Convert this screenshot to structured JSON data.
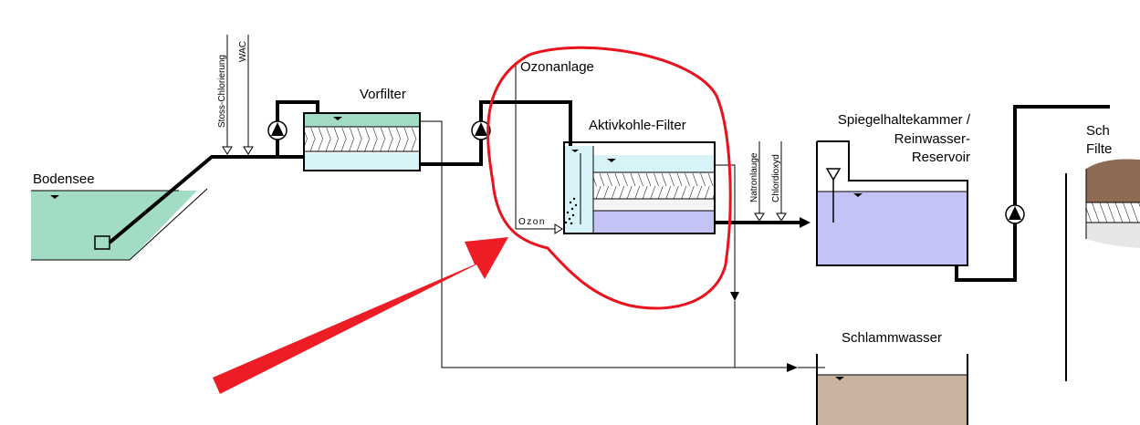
{
  "labels": {
    "bodensee": "Bodensee",
    "stoss_chlorierung": "Stoss-Chlorierung",
    "wac": "WAC",
    "vorfilter": "Vorfilter",
    "ozonanlage": "Ozonanlage",
    "ozon": "Ozon",
    "aktivkohle_filter": "Aktivkohle-Filter",
    "natronlauge": "Natronlauge",
    "chlordioxyd": "Chlordioxyd",
    "spiegelhaltekammer_line1": "Spiegelhaltekammer /",
    "spiegelhaltekammer_line2": "Reinwasser-",
    "spiegelhaltekammer_line3": "Reservoir",
    "schlammwasser": "Schlammwasser",
    "cut_label_line1": "Sch",
    "cut_label_line2": "Filte"
  },
  "colors": {
    "water_green": "#a3dcc5",
    "water_lightblue": "#d7f3f7",
    "water_purple": "#c3c3f6",
    "sludge_tan": "#c8b2a0",
    "sand_brown": "#8f6a55",
    "highlight_red": "#e8141d",
    "arrow_red": "#ee1c24"
  }
}
